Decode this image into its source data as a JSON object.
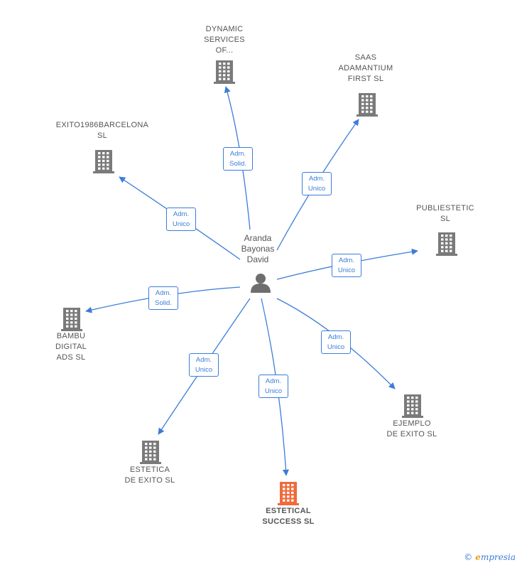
{
  "center": {
    "label": "Aranda\nBayonas\nDavid"
  },
  "colors": {
    "edge": "#3b7dd8",
    "building": "#7a7a7a",
    "highlight": "#f06a3a"
  },
  "nodes": [
    {
      "id": "dynamic",
      "label": "DYNAMIC\nSERVICES\nOF...",
      "role": "Adm.\nSolid.",
      "highlight": false
    },
    {
      "id": "saas",
      "label": "SAAS\nADAMANTIUM\nFIRST  SL",
      "role": "Adm.\nUnico",
      "highlight": false
    },
    {
      "id": "exito1986",
      "label": "EXITO1986BARCELONA\nSL",
      "role": "Adm.\nUnico",
      "highlight": false
    },
    {
      "id": "publiestetic",
      "label": "PUBLIESTETIC\nSL",
      "role": "Adm.\nUnico",
      "highlight": false
    },
    {
      "id": "bambu",
      "label": "BAMBU\nDIGITAL\nADS  SL",
      "role": "Adm.\nSolid.",
      "highlight": false
    },
    {
      "id": "ejemplo",
      "label": "EJEMPLO\nDE EXITO  SL",
      "role": "Adm.\nUnico",
      "highlight": false
    },
    {
      "id": "estetica",
      "label": "ESTETICA\nDE EXITO  SL",
      "role": "Adm.\nUnico",
      "highlight": false
    },
    {
      "id": "estetical",
      "label": "ESTETICAL\nSUCCESS  SL",
      "role": "Adm.\nUnico",
      "highlight": true
    }
  ],
  "footer": {
    "copyright": "©",
    "brand_first": "e",
    "brand_rest": "mpresia"
  }
}
